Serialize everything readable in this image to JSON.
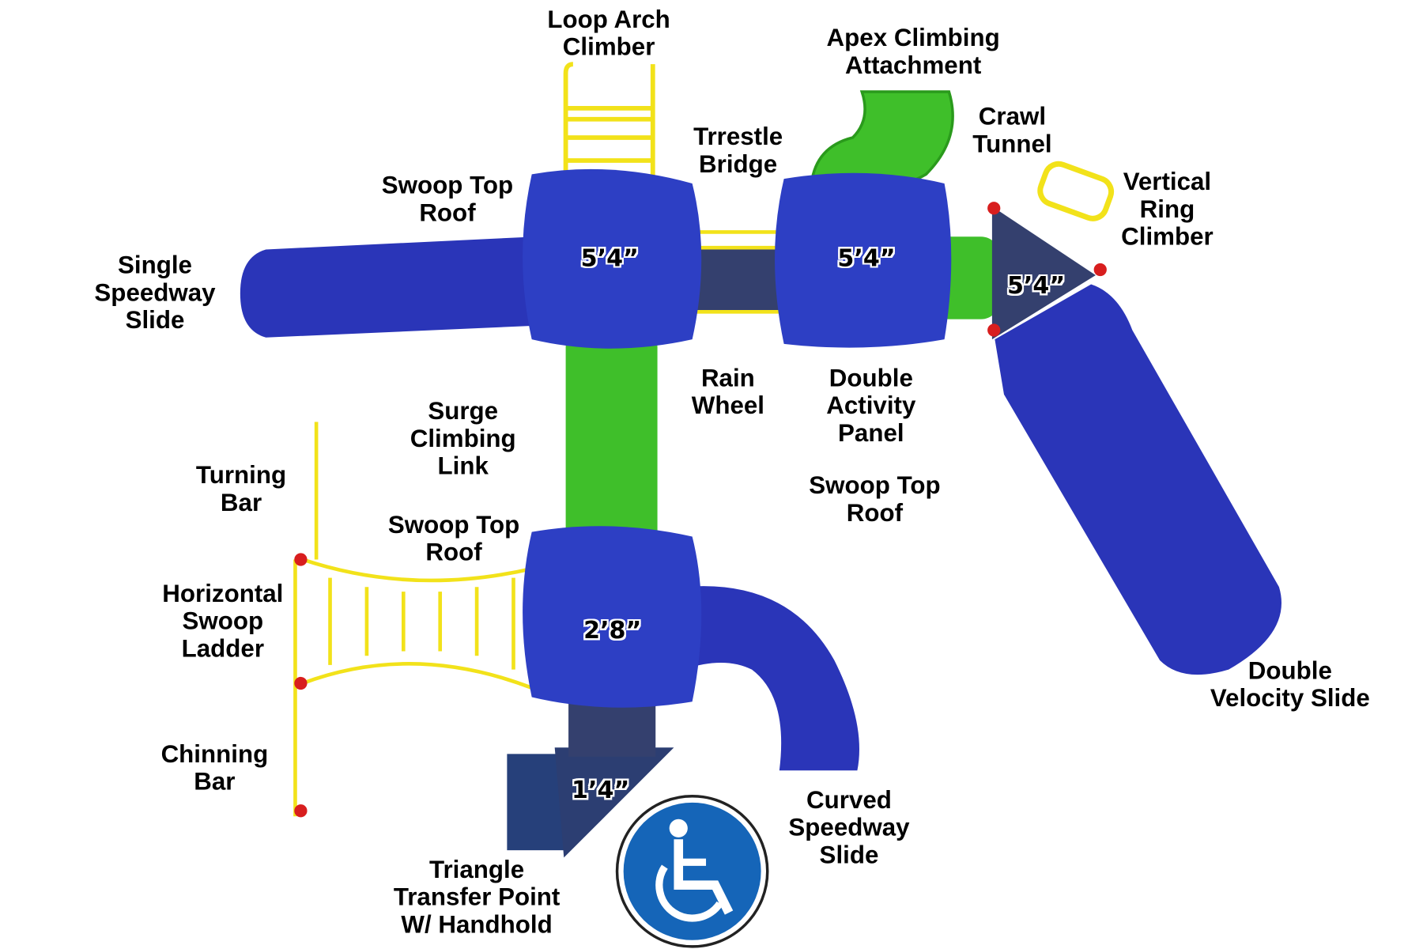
{
  "labels": {
    "loop_arch": [
      "Loop Arch",
      "Climber"
    ],
    "apex": [
      "Apex Climbing",
      "Attachment"
    ],
    "crawl": [
      "Crawl",
      "Tunnel"
    ],
    "trestle": [
      "Trrestle",
      "Bridge"
    ],
    "swoop1": [
      "Swoop Top",
      "Roof"
    ],
    "vertical_ring": [
      "Vertical",
      "Ring",
      "Climber"
    ],
    "single_slide": [
      "Single",
      "Speedway",
      "Slide"
    ],
    "rain_wheel": [
      "Rain",
      "Wheel"
    ],
    "double_panel": [
      "Double",
      "Activity",
      "Panel"
    ],
    "surge": [
      "Surge",
      "Climbing",
      "Link"
    ],
    "turning_bar": [
      "Turning",
      "Bar"
    ],
    "swoop2": [
      "Swoop Top",
      "Roof"
    ],
    "swoop3": [
      "Swoop Top",
      "Roof"
    ],
    "horizontal_ladder": [
      "Horizontal",
      "Swoop",
      "Ladder"
    ],
    "double_velocity": [
      "Double",
      "Velocity Slide"
    ],
    "chinning_bar": [
      "Chinning",
      "Bar"
    ],
    "curved_slide": [
      "Curved",
      "Speedway",
      "Slide"
    ],
    "triangle": [
      "Triangle",
      "Transfer Point",
      "W/ Handhold"
    ]
  },
  "heights": {
    "deck1": "5’4”",
    "deck2": "5’4”",
    "deck3": "5’4”",
    "deck4": "2’8”",
    "deck5": "1’4”"
  },
  "icons": {
    "accessibility": "wheelchair-icon"
  },
  "colors": {
    "roof": "#2d3fc4",
    "green": "#3fbf2a",
    "yellow": "#f2e21a",
    "sign": "#1565b8"
  }
}
